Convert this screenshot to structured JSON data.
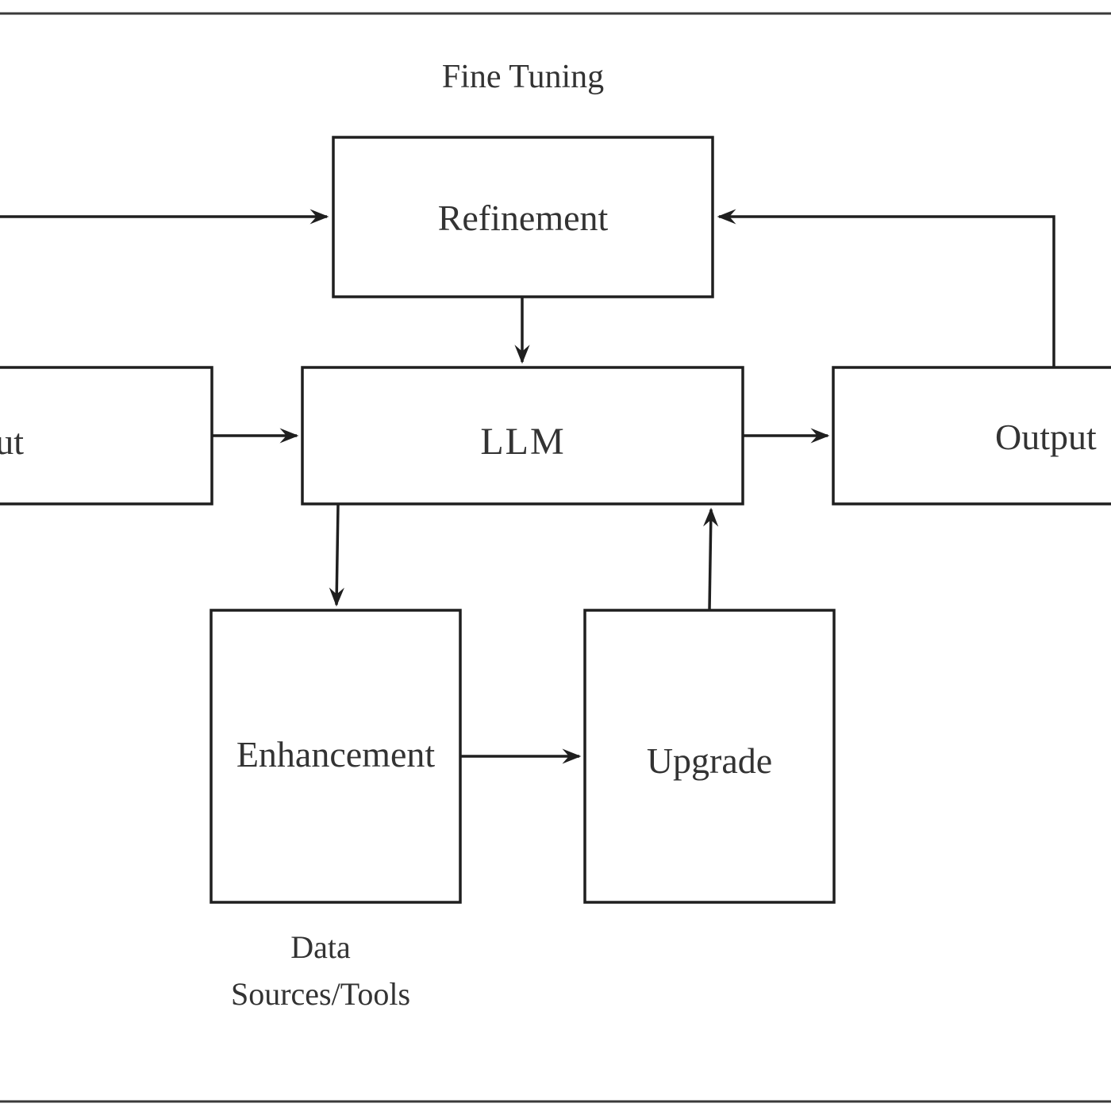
{
  "diagram": {
    "annotations": {
      "fine_tuning": "Fine Tuning",
      "data_sources_line1": "Data",
      "data_sources_line2": "Sources/Tools"
    },
    "nodes": {
      "input": "Input",
      "refinement": "Refinement",
      "llm": "LLM",
      "output": "Output",
      "enhancement": "Enhancement",
      "upgrade": "Upgrade"
    },
    "edges": [
      {
        "from": "input",
        "to": "refinement"
      },
      {
        "from": "input",
        "to": "llm"
      },
      {
        "from": "refinement",
        "to": "llm"
      },
      {
        "from": "llm",
        "to": "output"
      },
      {
        "from": "output",
        "to": "refinement"
      },
      {
        "from": "llm",
        "to": "enhancement"
      },
      {
        "from": "enhancement",
        "to": "upgrade"
      },
      {
        "from": "upgrade",
        "to": "llm"
      }
    ],
    "colors": {
      "stroke": "#1f1f1f",
      "text": "#333333",
      "background": "#ffffff"
    }
  }
}
